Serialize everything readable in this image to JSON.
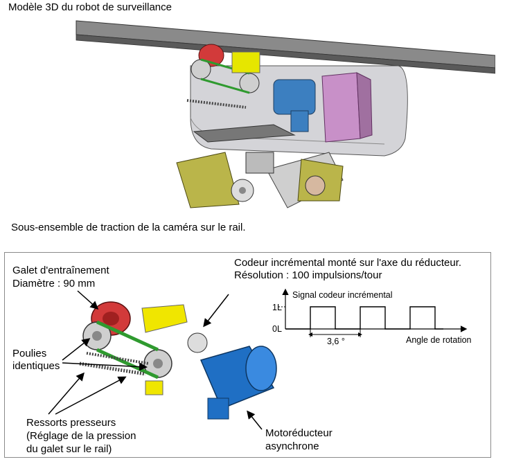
{
  "title_top": "Modèle 3D du robot de surveillance",
  "subtitle": "Sous-ensemble de traction de la caméra sur le rail.",
  "labels": {
    "galet_line1": "Galet d'entraînement",
    "galet_line2": "Diamètre : 90 mm",
    "poulies_line1": "Poulies",
    "poulies_line2": "identiques",
    "ressorts_line1": "Ressorts presseurs",
    "ressorts_line2": "(Réglage de la pression",
    "ressorts_line3": "du galet sur le rail)",
    "codeur_line1": "Codeur incrémental monté sur l'axe du réducteur.",
    "codeur_line2": "Résolution : 100 impulsions/tour",
    "motor_line1": "Motoréducteur",
    "motor_line2": "asynchrone"
  },
  "signal_chart": {
    "title": "Signal codeur incrémental",
    "y_high": "1L",
    "y_low": "0L",
    "x_label": "Angle de rotation",
    "period_label": "3,6 °"
  },
  "colors": {
    "rail": "#7d7d7d",
    "housing": "#d0d0d4",
    "green": "#2f9a2f",
    "yellow": "#e6e600",
    "red": "#d23a3a",
    "blue_motor": "#1f6fc4",
    "pink_box": "#c896c8",
    "olive": "#bab54a",
    "dark_olive": "#7f7a25"
  }
}
